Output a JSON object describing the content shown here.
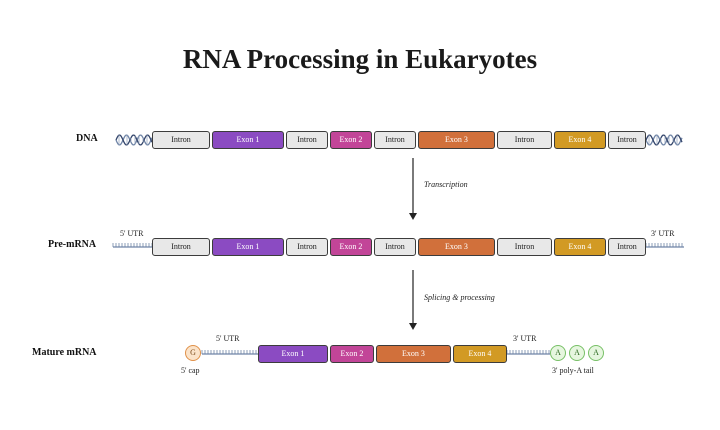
{
  "title": "RNA Processing in Eukaryotes",
  "colors": {
    "intron": "#e8e8e8",
    "exon1": "#8b4bc2",
    "exon2": "#c24598",
    "exon3": "#d1703b",
    "exon4": "#d29a24",
    "strand": "#6f84a6",
    "cap": "#e0914a",
    "polyA": "#78c067"
  },
  "rows": {
    "dna": {
      "label": "DNA",
      "segments": [
        {
          "type": "intron",
          "label": "Intron"
        },
        {
          "type": "exon1",
          "label": "Exon 1"
        },
        {
          "type": "intron",
          "label": "Intron"
        },
        {
          "type": "exon2",
          "label": "Exon 2"
        },
        {
          "type": "intron",
          "label": "Intron"
        },
        {
          "type": "exon3",
          "label": "Exon 3"
        },
        {
          "type": "intron",
          "label": "Intron"
        },
        {
          "type": "exon4",
          "label": "Exon 4"
        },
        {
          "type": "intron",
          "label": "Intron"
        }
      ]
    },
    "pre_mrna": {
      "label": "Pre-mRNA",
      "utr5": "5' UTR",
      "utr3": "3' UTR",
      "segments": [
        {
          "type": "intron",
          "label": "Intron"
        },
        {
          "type": "exon1",
          "label": "Exon 1"
        },
        {
          "type": "intron",
          "label": "Intron"
        },
        {
          "type": "exon2",
          "label": "Exon 2"
        },
        {
          "type": "intron",
          "label": "Intron"
        },
        {
          "type": "exon3",
          "label": "Exon 3"
        },
        {
          "type": "intron",
          "label": "Intron"
        },
        {
          "type": "exon4",
          "label": "Exon 4"
        },
        {
          "type": "intron",
          "label": "Intron"
        }
      ]
    },
    "mature_mrna": {
      "label": "Mature mRNA",
      "utr5": "5' UTR",
      "utr3": "3' UTR",
      "cap_symbol": "G",
      "cap_label": "5' cap",
      "polya_symbols": [
        "A",
        "A",
        "A"
      ],
      "polya_label": "3' poly-A tail",
      "segments": [
        {
          "type": "exon1",
          "label": "Exon 1"
        },
        {
          "type": "exon2",
          "label": "Exon 2"
        },
        {
          "type": "exon3",
          "label": "Exon 3"
        },
        {
          "type": "exon4",
          "label": "Exon 4"
        }
      ]
    }
  },
  "steps": {
    "transcription": "Transcription",
    "splicing": "Splicing & processing"
  }
}
